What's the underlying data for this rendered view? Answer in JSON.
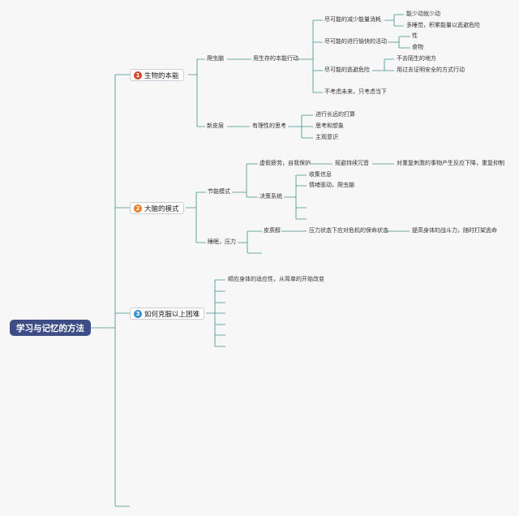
{
  "colors": {
    "line": "#3f8f8a",
    "root_bg": "#3d4e86",
    "badge_1": "#d9472b",
    "badge_2": "#ea7d25",
    "badge_3": "#2f8fcf"
  },
  "root": {
    "label": "学习与记忆的方法"
  },
  "branches": [
    {
      "badge": "1",
      "label": "生物的本能"
    },
    {
      "badge": "2",
      "label": "大脑的模式"
    },
    {
      "badge": "3",
      "label": "如何克服以上困难"
    }
  ],
  "b1": {
    "reptile": "爬虫脑",
    "reptile_action": "用生存的本能行动",
    "energy": "尽可能的减少能量消耗",
    "move_less": "能少动就少动",
    "sleep_more": "多睡觉，积累能量以逃避危险",
    "pleasure": "尽可能的进行愉快的活动",
    "sex": "性",
    "food": "食物",
    "avoid": "尽可能的逃避危险",
    "no_unfamiliar": "不去陌生的地方",
    "proven_way": "用过去证明安全的方式行动",
    "present": "不考虑未来，只考虑当下",
    "neocortex": "新皮层",
    "rational": "有理性的思考",
    "long_term": "进行长远的打算",
    "imagine": "思考和想象",
    "awareness": "主观意识"
  },
  "b2": {
    "energy_mode": "节能模式",
    "fatigue": "虚假疲劳，自我保护",
    "avoid_redundant": "规避持续冗音",
    "repeat_stimulus": "对重复刺激的事物产生反应下降，重复抑制",
    "decision": "决策系统",
    "collect": "收集信息",
    "emotion": "情绪驱动，爬虫脑",
    "stress": "睡眠，压力",
    "cortisol": "皮质醇",
    "crisis": "压力状态下应对危机的保命状态",
    "fight": "提高身体的战斗力，随时打架逃命"
  },
  "b3": {
    "adapt": "顺应身体的适应性，从简单的开始改变"
  }
}
